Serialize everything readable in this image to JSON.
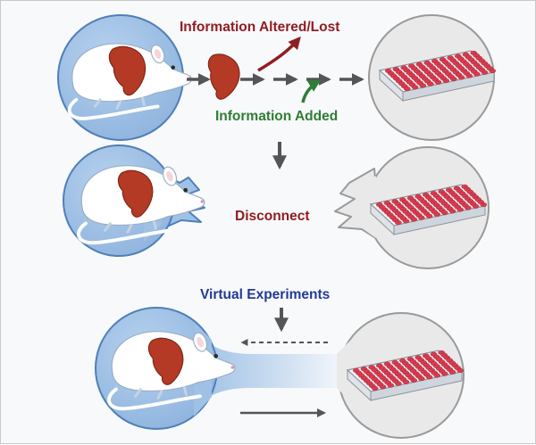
{
  "labels": {
    "info_lost": "Information Altered/Lost",
    "info_added": "Information Added",
    "disconnect": "Disconnect",
    "virtual_experiments": "Virtual Experiments"
  },
  "colors": {
    "frame_bg": "#f7f9fb",
    "rat_circle": "#9fc1e6",
    "rat_circle_edge": "#4f7fb8",
    "plate_circle": "#e9e9e9",
    "plate_circle_edge": "#9a9a9a",
    "liver": "#b43a25",
    "well": "#d93a4e",
    "lost_red": "#8f1d22",
    "added_green": "#2f7d36",
    "virtual_blue": "#233a94",
    "arrow_gray": "#555555"
  },
  "icons": {
    "rat": "rat-icon",
    "liver": "liver-icon",
    "well_plate": "well-plate-icon"
  }
}
